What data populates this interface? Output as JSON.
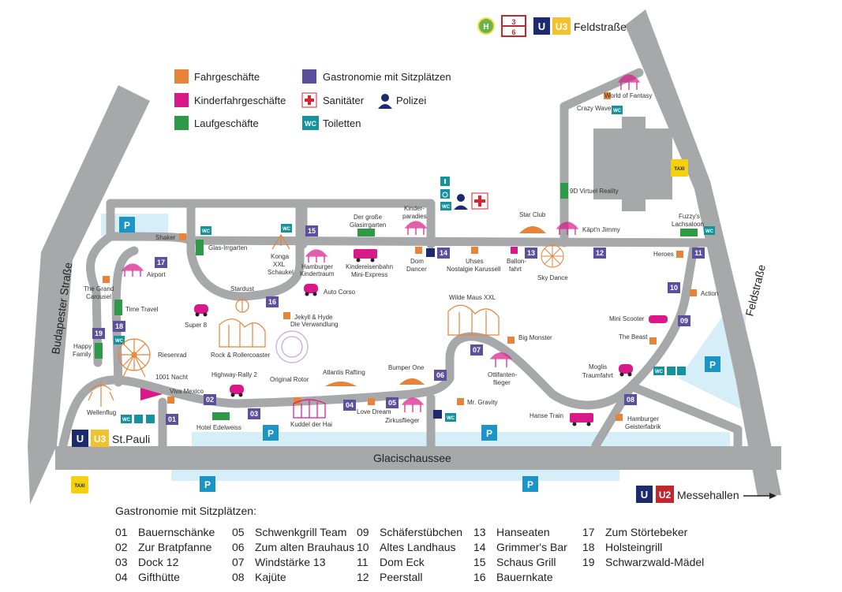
{
  "legend": [
    {
      "label": "Fahrgeschäfte",
      "color": "#e8833a"
    },
    {
      "label": "Kinderfahrgeschäfte",
      "color": "#d9198a"
    },
    {
      "label": "Laufgeschäfte",
      "color": "#2e9a48"
    },
    {
      "label": "Gastronomie mit Sitzplätzen",
      "color": "#5b4f9e"
    },
    {
      "label": "Sanitäter",
      "color": "#e0222a"
    },
    {
      "label": "Polizei",
      "color": "#1d2b6e"
    },
    {
      "label": "Toiletten",
      "color": "#16929e",
      "badge": "WC"
    }
  ],
  "stations": {
    "feldstrasse": {
      "line_u": "U",
      "line_u3": "U3",
      "s_lines": [
        "3",
        "6"
      ],
      "h": "H",
      "name": "Feldstraße"
    },
    "st_pauli": {
      "line_u": "U",
      "line_u3": "U3",
      "name": "St.Pauli"
    },
    "messehallen": {
      "line_u": "U",
      "line_u2": "U2",
      "name": "Messehallen"
    }
  },
  "streets": {
    "budapester": "Budapester Straße",
    "feldstrasse": "Feldstraße",
    "glacischaussee": "Glacischaussee"
  },
  "icons": {
    "parking": "P",
    "taxi": "TAXI",
    "wc": "WC"
  },
  "attractions": {
    "world_of_fantasy": "World of Fantasy",
    "crazy_wave": "Crazy Wave",
    "vr": "9D Virtuel Reality",
    "fuzzys_1": "Fuzzy's",
    "fuzzys_2": "Lachsaloon",
    "star_club": "Star Club",
    "kaeptn_jimmy": "Käpt'n Jimmy",
    "kinderparadies_1": "Kinder-",
    "kinderparadies_2": "paradies",
    "glasirrgarten_1": "Der große",
    "glasirrgarten_2": "Glasirrgarten",
    "shaker": "Shaker",
    "glas_irrgarten": "Glas-Irrgarten",
    "konga_1": "Konga",
    "konga_2": "XXL",
    "konga_3": "Schaukel",
    "kindertraum_1": "Hamburger",
    "kindertraum_2": "Kindertraum",
    "kindereisenbahn_1": "Kindereisenbahn",
    "kindereisenbahn_2": "Mini-Express",
    "dom_dancer_1": "Dom",
    "dom_dancer_2": "Dancer",
    "uhses_1": "Uhses",
    "uhses_2": "Nostalgie Karussell",
    "ballonfahrt_1": "Ballon-",
    "ballonfahrt_2": "fahrt",
    "sky_dance": "Sky Dance",
    "heroes": "Heroes",
    "airport": "Airport",
    "grand_carousel_1": "The Grand",
    "grand_carousel_2": "Carousel",
    "time_travel": "Time Travel",
    "happy_family_1": "Happy",
    "happy_family_2": "Family",
    "riesenrad": "Riesenrad",
    "super8": "Super 8",
    "stardust": "Stardust",
    "rock_rollercoaster": "Rock & Rollercoaster",
    "auto_corso": "Auto Corso",
    "jekyll_1": "Jekyll & Hyde",
    "jekyll_2": "Die Verwandlung",
    "wilde_maus": "Wilde Maus XXL",
    "action": "Action",
    "mini_scooter": "Mini Scooter",
    "the_beast": "The Beast",
    "big_monster": "Big Monster",
    "ottifanten_1": "Ottifanten-",
    "ottifanten_2": "flieger",
    "moglis_1": "Moglis",
    "moglis_2": "Traumfahrt",
    "nacht_1001": "1001 Nacht",
    "highway_rally": "Highway-Rally 2",
    "original_rotor": "Original Rotor",
    "atlantis": "Atlantis Rafting",
    "bumper_one": "Bumper One",
    "viva_mexico": "Viva Mexico",
    "wellenflug": "Wellenflug",
    "hotel_edelweiss": "Hotel Edelweiss",
    "kuddel": "Kuddel der Hai",
    "love_dream": "Love Dream",
    "zirkusflieger": "Zirkusflieger",
    "mr_gravity": "Mr. Gravity",
    "hanse_train": "Hanse Train",
    "geisterfabrik_1": "Hamburger",
    "geisterfabrik_2": "Geisterfabrik"
  },
  "gastro_markers": [
    "01",
    "02",
    "03",
    "04",
    "05",
    "06",
    "07",
    "08",
    "10",
    "09",
    "11",
    "12",
    "13",
    "14",
    "15",
    "16",
    "17",
    "18",
    "19"
  ],
  "gastronomie": {
    "title": "Gastronomie mit Sitzplätzen:",
    "items": [
      {
        "num": "01",
        "name": "Bauernschänke"
      },
      {
        "num": "02",
        "name": "Zur Bratpfanne"
      },
      {
        "num": "03",
        "name": "Dock 12"
      },
      {
        "num": "04",
        "name": "Gifthütte"
      },
      {
        "num": "05",
        "name": "Schwenkgrill Team"
      },
      {
        "num": "06",
        "name": "Zum alten Brauhaus"
      },
      {
        "num": "07",
        "name": "Windstärke 13"
      },
      {
        "num": "08",
        "name": "Kajüte"
      },
      {
        "num": "09",
        "name": "Schäferstübchen"
      },
      {
        "num": "10",
        "name": "Altes Landhaus"
      },
      {
        "num": "11",
        "name": "Dom Eck"
      },
      {
        "num": "12",
        "name": "Peerstall"
      },
      {
        "num": "13",
        "name": "Hanseaten"
      },
      {
        "num": "14",
        "name": "Grimmer's Bar"
      },
      {
        "num": "15",
        "name": "Schaus Grill"
      },
      {
        "num": "16",
        "name": "Bauernkate"
      },
      {
        "num": "17",
        "name": "Zum Störtebeker"
      },
      {
        "num": "18",
        "name": "Holsteingrill"
      },
      {
        "num": "19",
        "name": "Schwarzwald-Mädel"
      }
    ]
  }
}
